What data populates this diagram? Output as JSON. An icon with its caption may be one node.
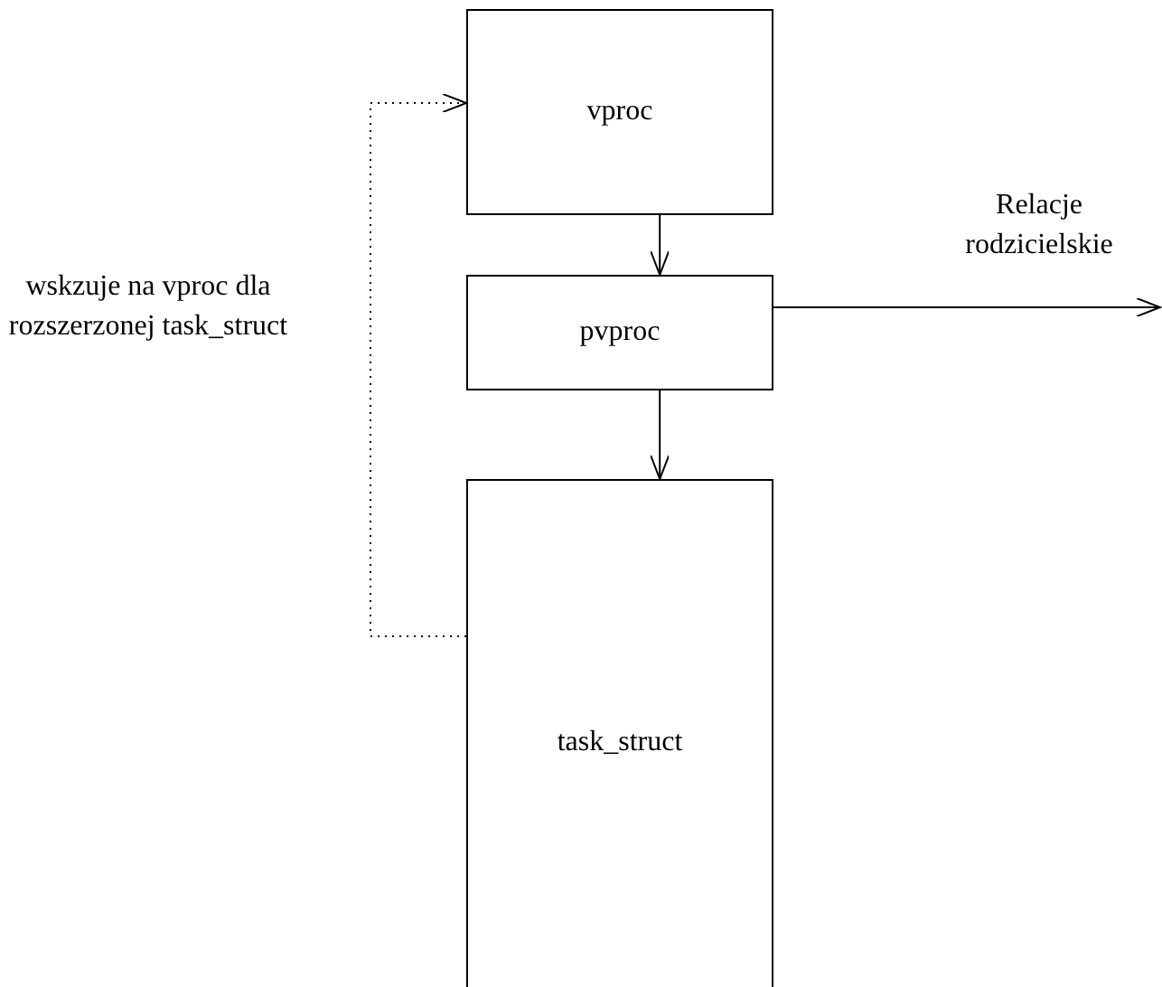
{
  "diagram": {
    "nodes": [
      {
        "text": [
          "vproc"
        ]
      },
      {
        "text": [
          "pvproc"
        ]
      },
      {
        "text": [
          "task_struct"
        ]
      }
    ],
    "edges": [
      {
        "from": 0,
        "to": 1,
        "arrow": "to"
      },
      {
        "from": 1,
        "to": 2,
        "arrow": "to"
      },
      {
        "from": 1,
        "to": null,
        "arrow": "to",
        "label": "Relacje rodzicielskie"
      },
      {
        "from": 2,
        "to": 0,
        "arrow": "to",
        "style": "dashed",
        "label": "wskzuje na vproc dla rozszerzonej task_struct"
      }
    ]
  }
}
